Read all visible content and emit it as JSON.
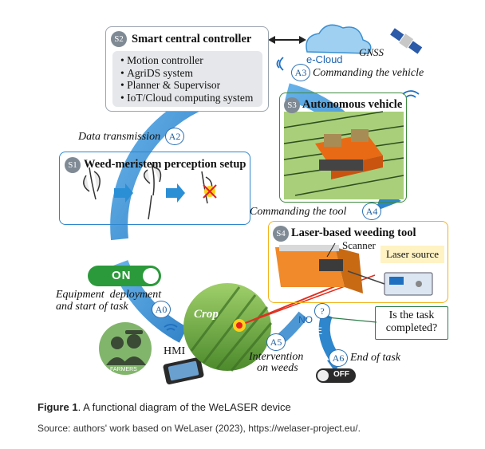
{
  "s2": {
    "step": "S2",
    "title": "Smart central controller",
    "items": [
      "Motion controller",
      "AgriDS system",
      "Planner & Supervisor",
      "IoT/Cloud computing system"
    ]
  },
  "s1": {
    "step": "S1",
    "title": "Weed-meristem perception setup"
  },
  "s3": {
    "step": "S3",
    "title": "Autonomous vehicle"
  },
  "s4": {
    "step": "S4",
    "title": "Laser-based weeding tool",
    "scanner": "Scanner",
    "laser_source": "Laser source"
  },
  "cloud": {
    "label": "e-Cloud"
  },
  "gnss": {
    "label": "GNSS"
  },
  "actions": {
    "a0": {
      "code": "A0",
      "label_line1": "Equipment  deployment",
      "label_line2": "and start of task"
    },
    "a2": {
      "code": "A2",
      "label": "Data transmission"
    },
    "a3": {
      "code": "A3",
      "label": "Commanding the vehicle"
    },
    "a4": {
      "code": "A4",
      "label": "Commanding the tool"
    },
    "a5": {
      "code": "A5",
      "label_line1": "Intervention",
      "label_line2": "on weeds"
    },
    "a6": {
      "code": "A6",
      "label": "End of task"
    }
  },
  "switch_on": "ON",
  "switch_off": "OFF",
  "crop": "Crop",
  "hmi": "HMI",
  "farmers": "FARMERS",
  "decision": {
    "symbol": "?",
    "question_line1": "Is the task",
    "question_line2": "completed?",
    "no": "NO",
    "yes": "YE"
  },
  "caption": {
    "figure_label": "Figure 1",
    "figure_text": ". A functional diagram of the WeLASER device",
    "source": "Source: authors' work based on WeLaser (2023), https://welaser-project.eu/."
  },
  "colors": {
    "flow_arrow": "#2e86cc",
    "s3_border": "#3d8b3d",
    "s4_border": "#f2b21b",
    "step_badge": "#7f8a95",
    "perception_arrow": "#2b8fd6"
  }
}
